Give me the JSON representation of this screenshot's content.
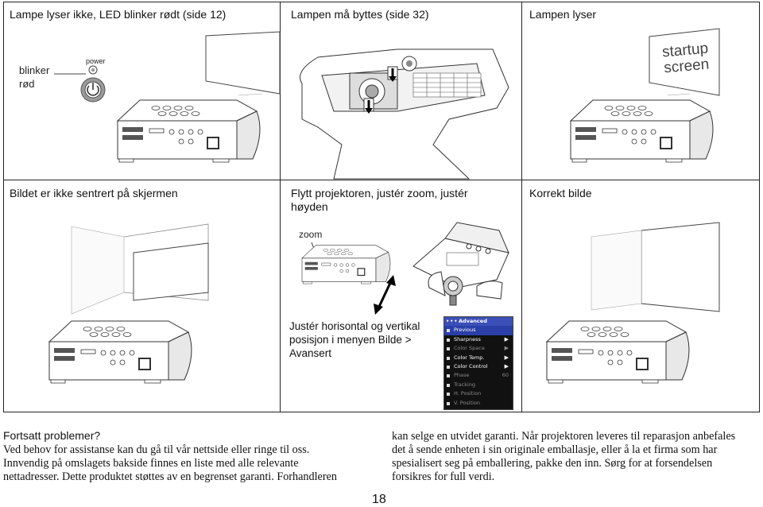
{
  "table": {
    "row1": {
      "col1_title": "Lampe lyser ikke, LED blinker rødt (side 12)",
      "col2_title": "Lampen må byttes (side 32)",
      "col3_title": "Lampen lyser",
      "blink_label_line1": "blinker",
      "blink_label_line2": "rød",
      "power_label": "power",
      "startup_line1": "startup",
      "startup_line2": "screen"
    },
    "row2": {
      "col1_title": "Bildet er ikke sentrert på skjermen",
      "col2_title_line1": "Flytt projektoren, justér zoom, justér",
      "col2_title_line2": "høyden",
      "col3_title": "Korrekt bilde",
      "zoom_label": "zoom",
      "adjust_line1": "Justér horisontal og vertikal",
      "adjust_line2": "posisjon i menyen Bilde >",
      "adjust_line3": "Avansert"
    }
  },
  "menu": {
    "title": "Advanced",
    "items": [
      {
        "label": "Previous",
        "state": "highlight",
        "arrow": false,
        "value": ""
      },
      {
        "label": "Sharpness",
        "state": "normal",
        "arrow": true,
        "value": ""
      },
      {
        "label": "Color Space",
        "state": "dim",
        "arrow": true,
        "value": ""
      },
      {
        "label": "Color Temp.",
        "state": "normal",
        "arrow": true,
        "value": ""
      },
      {
        "label": "Color Control",
        "state": "normal",
        "arrow": true,
        "value": ""
      },
      {
        "label": "Phase",
        "state": "dim",
        "arrow": false,
        "value": "60"
      },
      {
        "label": "Tracking",
        "state": "dim",
        "arrow": false,
        "value": ""
      },
      {
        "label": "H. Position",
        "state": "dim",
        "arrow": false,
        "value": ""
      },
      {
        "label": "V. Position",
        "state": "dim",
        "arrow": false,
        "value": ""
      }
    ]
  },
  "footer": {
    "heading": "Fortsatt problemer?",
    "left_lines": [
      "Ved behov for assistanse kan du gå til vår nettside eller ringe til oss.",
      "Innvendig på omslagets bakside finnes en liste med alle relevante",
      "nettadresser. Dette produktet støttes av en begrenset garanti. Forhandleren"
    ],
    "right_lines": [
      "kan selge en utvidet garanti. Når projektoren leveres til reparasjon anbefales",
      "det å sende enheten i sin originale emballasje, eller å la et firma som har",
      "spesialisert seg på emballering, pakke den inn. Sørg for at forsendelsen",
      "forsikres for full verdi."
    ],
    "page_number": "18"
  }
}
